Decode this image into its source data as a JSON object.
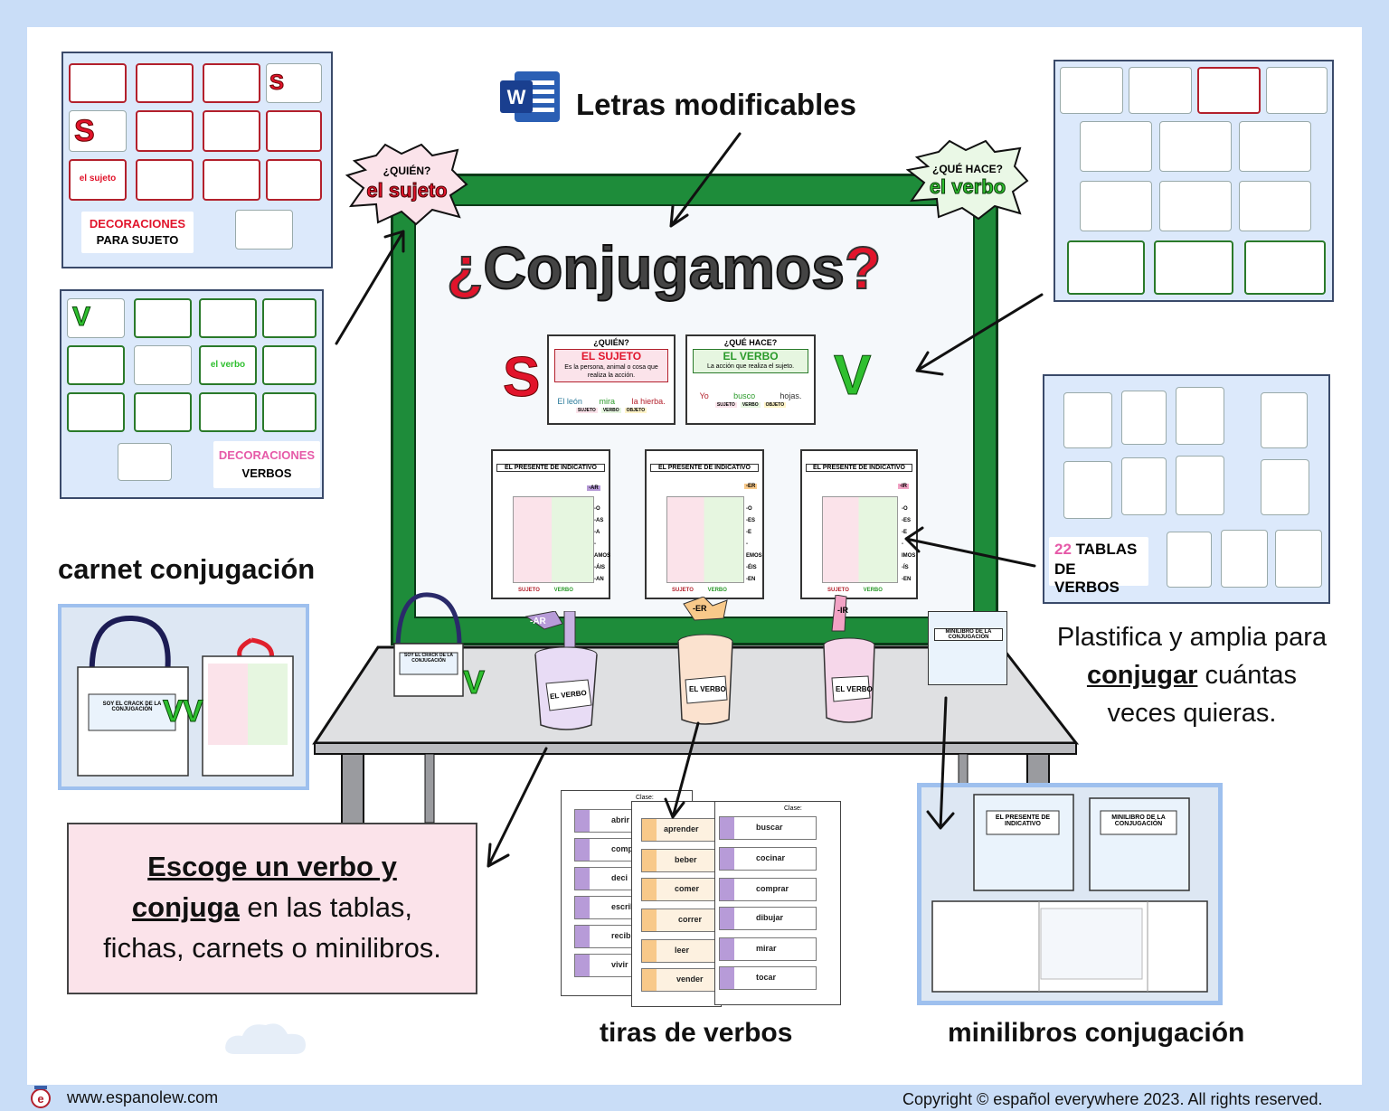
{
  "header_title": "Letras modificables",
  "board": {
    "title_main": "Conjugamos",
    "title_open": "¿",
    "title_close": "?",
    "burst_left_top": "¿QUIÉN?",
    "burst_left_main": "el sujeto",
    "burst_right_top": "¿QUÉ HACE?",
    "burst_right_main": "el verbo",
    "letter_s": "S",
    "letter_v": "V",
    "card_sujeto": {
      "question": "¿QUIÉN?",
      "title": "EL SUJETO",
      "desc": "Es la persona, animal o cosa que realiza la acción.",
      "example": [
        "El león",
        "mira",
        "la hierba."
      ],
      "tags": [
        "SUJETO",
        "VERBO",
        "OBJETO"
      ]
    },
    "card_verbo": {
      "question": "¿QUÉ HACE?",
      "title": "EL VERBO",
      "desc": "La acción que realiza el sujeto.",
      "example": [
        "Yo",
        "busco",
        "hojas."
      ],
      "tags": [
        "SUJETO",
        "VERBO",
        "OBJETO"
      ]
    },
    "tables": [
      {
        "title": "EL PRESENTE DE INDICATIVO",
        "tag": "-AR",
        "endings": [
          "-O",
          "-AS",
          "-A",
          "-AMOS",
          "-ÁIS",
          "-AN"
        ]
      },
      {
        "title": "EL PRESENTE DE INDICATIVO",
        "tag": "-ER",
        "endings": [
          "-O",
          "-ES",
          "-E",
          "-EMOS",
          "-ÉIS",
          "-EN"
        ]
      },
      {
        "title": "EL PRESENTE DE INDICATIVO",
        "tag": "-IR",
        "endings": [
          "-O",
          "-ES",
          "-E",
          "-IMOS",
          "-ÍS",
          "-EN"
        ]
      }
    ],
    "table_footer": [
      "SUJETO",
      "VERBO"
    ]
  },
  "panels": {
    "decor_sujeto": {
      "line1": "DECORACIONES",
      "line2": "PARA SUJETO",
      "chip": "el sujeto"
    },
    "decor_verbos": {
      "line1": "DECORACIONES",
      "line2": "VERBOS",
      "chip": "el verbo"
    },
    "tablas": {
      "count": "22",
      "line1": "TABLAS",
      "line2": "DE VERBOS"
    }
  },
  "labels": {
    "carnet": "carnet conjugación",
    "tiras": "tiras de verbos",
    "minilibros": "minilibros conjugación"
  },
  "plastifica": {
    "line1": "Plastifica y amplia para",
    "underline": "conjugar",
    "line2_rest": " cuántas",
    "line3": "veces quieras."
  },
  "escoge": {
    "u1": "Escoge un verbo y",
    "u2": "conjuga",
    "rest2": " en las tablas,",
    "line3": "fichas, carnets o minilibros."
  },
  "strips": {
    "left": [
      "abrir",
      "comp",
      "deci",
      "escrib",
      "recib",
      "vivir"
    ],
    "middle": [
      "aprender",
      "beber",
      "comer",
      "correr",
      "leer",
      "vender"
    ],
    "right": [
      "buscar",
      "cocinar",
      "comprar",
      "dibujar",
      "mirar",
      "tocar"
    ],
    "clase": "Clase:"
  },
  "cups": {
    "ar": "-AR",
    "er": "-ER",
    "ir": "-IR",
    "label": "EL VERBO"
  },
  "minilibro_card": {
    "title": "MINILIBRO DE LA CONJUGACIÓN"
  },
  "carnet_card": {
    "title": "SOY EL CRACK DE LA CONJUGACIÓN"
  },
  "footer": {
    "site": "www.espanolew.com",
    "copyright": "Copyright © español everywhere 2023. All rights reserved."
  },
  "colors": {
    "green": "#1e8c3a",
    "red": "#e1142b",
    "pink_caption": "#fbe3ea",
    "brand_blue": "#c9ddf7"
  }
}
